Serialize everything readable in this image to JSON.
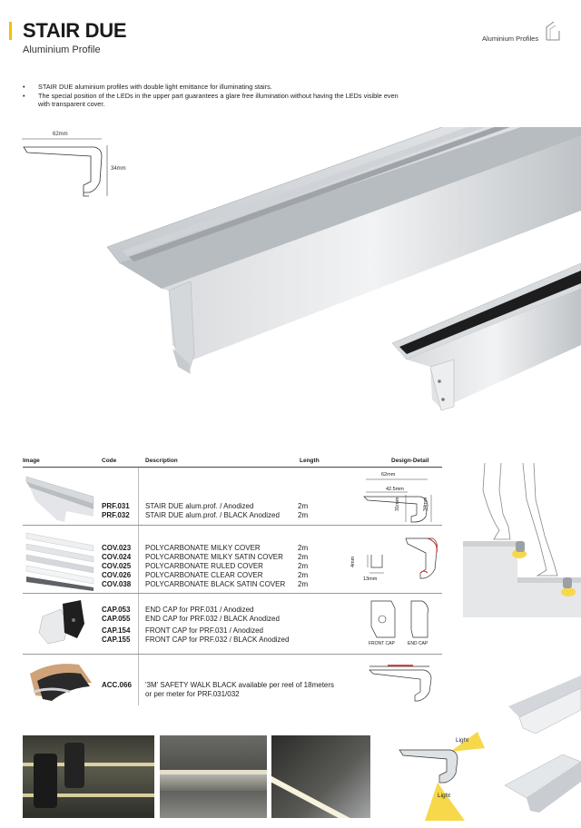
{
  "header": {
    "title": "STAIR DUE",
    "subtitle": "Aluminium Profile",
    "category": "Aluminium Profiles"
  },
  "bullets": [
    "STAIR DUE aluminium profiles with double light emittance for illuminating stairs.",
    "The special position of the LEDs in the upper part guarantees a glare free illumination without having the LEDs visible even with transparent cover."
  ],
  "hero_dims": {
    "width": "62mm",
    "height": "34mm"
  },
  "table": {
    "headers": {
      "image": "Image",
      "code": "Code",
      "description": "Description",
      "length": "Length",
      "detail": "Design-Detail"
    },
    "rows": [
      {
        "codes": [
          "PRF.031",
          "PRF.032"
        ],
        "descriptions": [
          "STAIR DUE alum.prof. / Anodized",
          "STAIR DUE alum.prof. / BLACK Anodized"
        ],
        "lengths": [
          "2m",
          "2m"
        ],
        "dims": {
          "width": "62mm",
          "inner": "42.5mm",
          "h1": "31mm",
          "h2": "34mm"
        }
      },
      {
        "codes": [
          "COV.023",
          "COV.024",
          "COV.025",
          "COV.026",
          "COV.038"
        ],
        "descriptions": [
          "POLYCARBONATE MILKY COVER",
          "POLYCARBONATE MILKY SATIN COVER",
          "POLYCARBONATE RULED COVER",
          "POLYCARBONATE CLEAR COVER",
          "POLYCARBONATE BLACK SATIN COVER"
        ],
        "lengths": [
          "2m",
          "2m",
          "2m",
          "2m",
          "2m"
        ],
        "dims": {
          "h": "4mm",
          "w": "13mm"
        }
      },
      {
        "codes": [
          "CAP.053",
          "CAP.055",
          "CAP.154",
          "CAP.155"
        ],
        "descriptions": [
          "END CAP for PRF.031 / Anodized",
          "END CAP for PRF.032 / BLACK Anodized",
          "FRONT CAP for PRF.031 / Anodized",
          "FRONT CAP for PRF.032 / BLACK Anodized"
        ],
        "cap_labels": {
          "front": "FRONT CAP",
          "end": "END CAP"
        }
      },
      {
        "codes": [
          "ACC.066"
        ],
        "descriptions": [
          "'3M' SAFETY WALK BLACK available per reel of 18meters",
          "or per meter for PRF.031/032"
        ]
      }
    ]
  },
  "light_labels": {
    "top": "Light",
    "bottom": "Light"
  },
  "colors": {
    "accent": "#f2c200",
    "aluminium": "#c8ccd0",
    "light_yellow": "#f7d84a"
  }
}
